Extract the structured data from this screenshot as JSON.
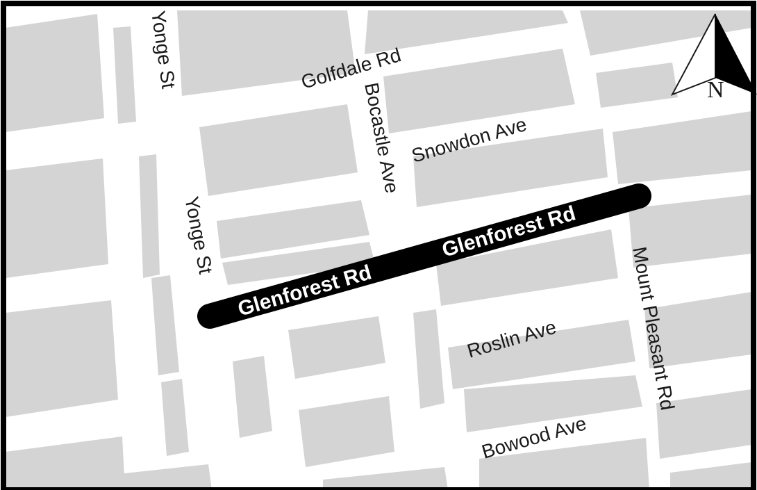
{
  "map": {
    "streets": {
      "yonge_north": "Yonge St",
      "yonge_south": "Yonge St",
      "golfdale": "Golfdale Rd",
      "bocastle": "Bocastle Ave",
      "snowdon": "Snowdon Ave",
      "glenforest_west": "Glenforest Rd",
      "glenforest_east": "Glenforest Rd",
      "roslin": "Roslin Ave",
      "mount_pleasant": "Mount Pleasant Rd",
      "bowood": "Bowood Ave"
    },
    "highlighted_street": "Glenforest Rd",
    "north_arrow": {
      "icon": "north-arrow-icon",
      "label": "N"
    },
    "colors": {
      "block": "#d4d4d4",
      "road": "#ffffff",
      "highlight": "#000000",
      "border": "#000000"
    }
  }
}
